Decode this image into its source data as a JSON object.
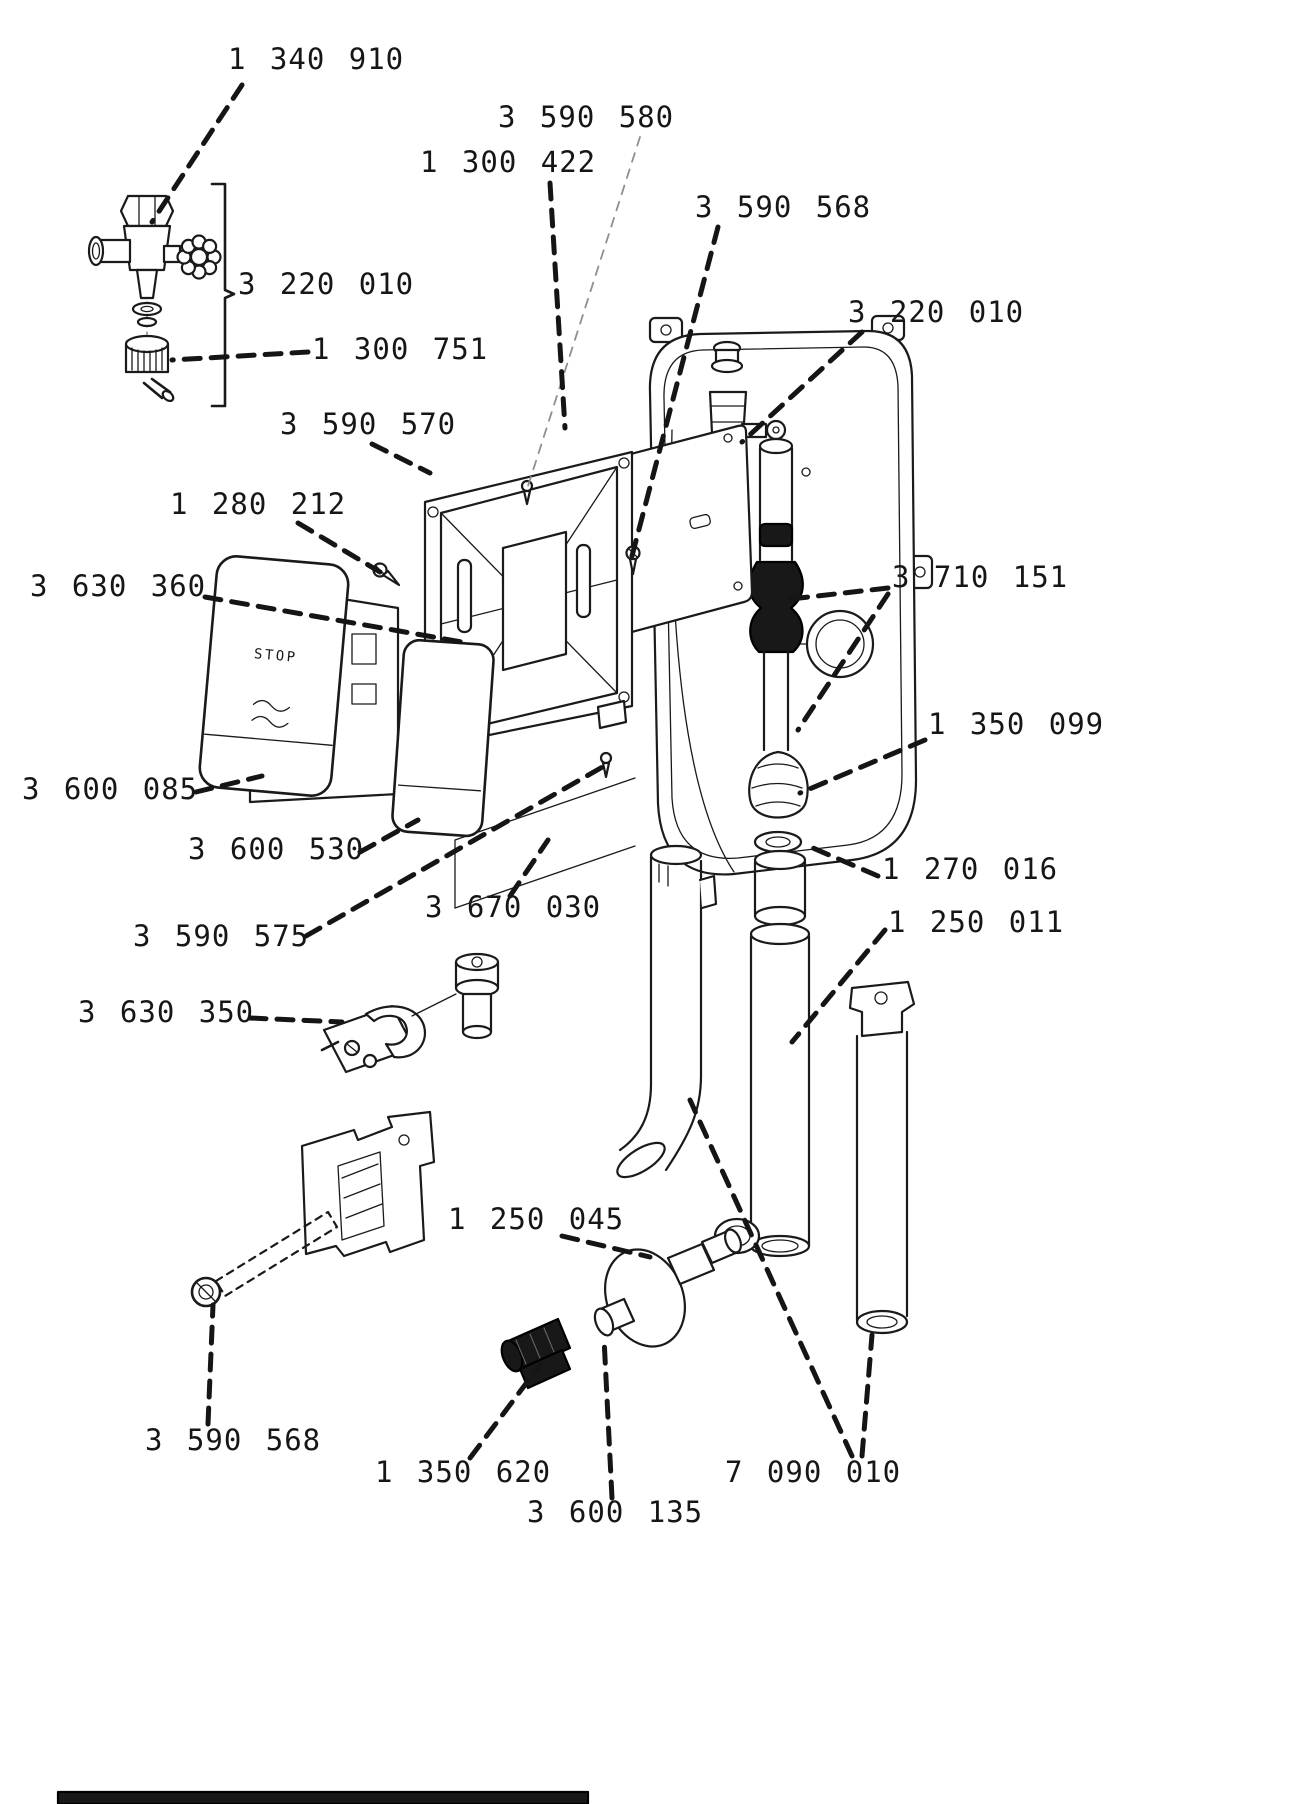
{
  "document": {
    "type": "exploded-parts-diagram",
    "background": "#ffffff",
    "line_color": "#1a1a1a",
    "label_color": "#161616"
  },
  "plate": {
    "stop_text": "STOP"
  },
  "labels": [
    {
      "part_number": "1 340 910"
    },
    {
      "part_number": "3 590 580"
    },
    {
      "part_number": "1 300 422"
    },
    {
      "part_number": "3 590 568"
    },
    {
      "part_number": "3 220 010"
    },
    {
      "part_number": "3 220 010"
    },
    {
      "part_number": "1 300 751"
    },
    {
      "part_number": "3 590 570"
    },
    {
      "part_number": "1 280 212"
    },
    {
      "part_number": "3 630 360"
    },
    {
      "part_number": "3 710 151"
    },
    {
      "part_number": "1 350 099"
    },
    {
      "part_number": "3 600 085"
    },
    {
      "part_number": "1 270 016"
    },
    {
      "part_number": "3 600 530"
    },
    {
      "part_number": "1 250 011"
    },
    {
      "part_number": "3 670 030"
    },
    {
      "part_number": "3 590 575"
    },
    {
      "part_number": "3 630 350"
    },
    {
      "part_number": "1 250 045"
    },
    {
      "part_number": "3 590 568"
    },
    {
      "part_number": "1 350 620"
    },
    {
      "part_number": "7 090 010"
    },
    {
      "part_number": "3 600 135"
    }
  ]
}
